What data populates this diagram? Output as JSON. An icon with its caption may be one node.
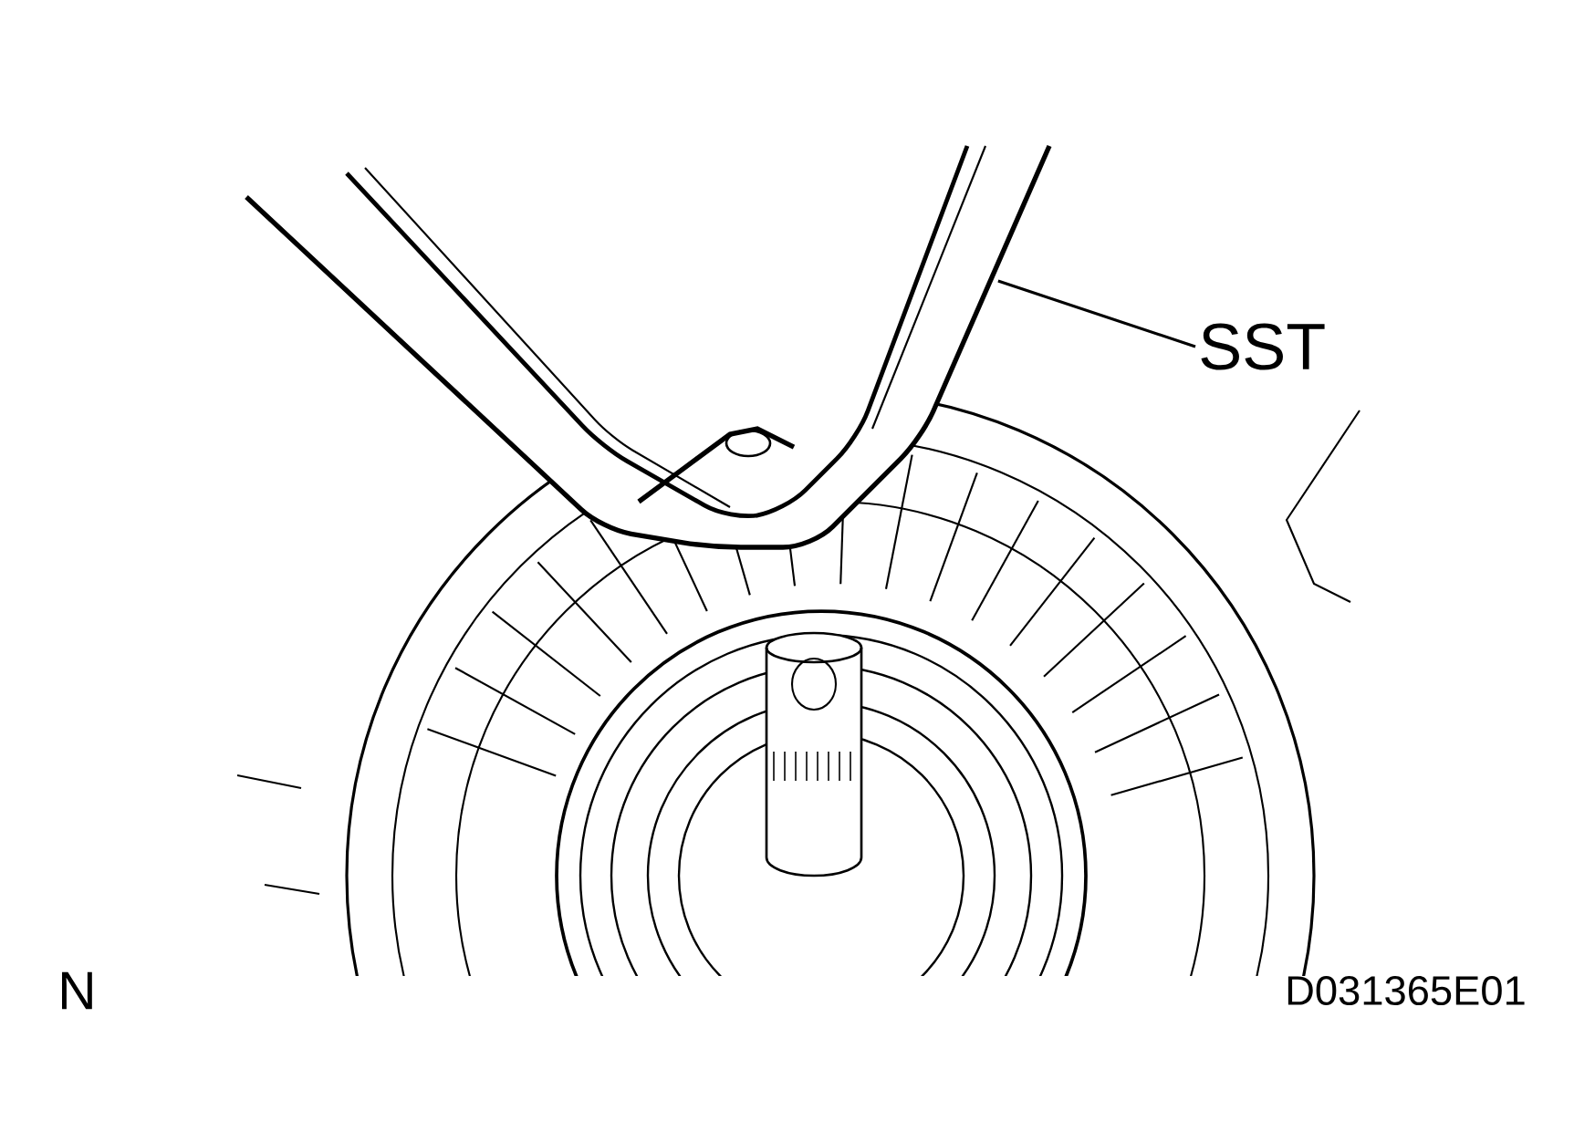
{
  "diagram": {
    "nodes": [
      {
        "text": [
          "SST"
        ]
      },
      {
        "text": [],
        "shape": "picture"
      }
    ],
    "edges": [
      {
        "from": 0,
        "to": 1,
        "arrow": "none"
      }
    ],
    "labels": [
      "N",
      "D031365E01"
    ]
  }
}
